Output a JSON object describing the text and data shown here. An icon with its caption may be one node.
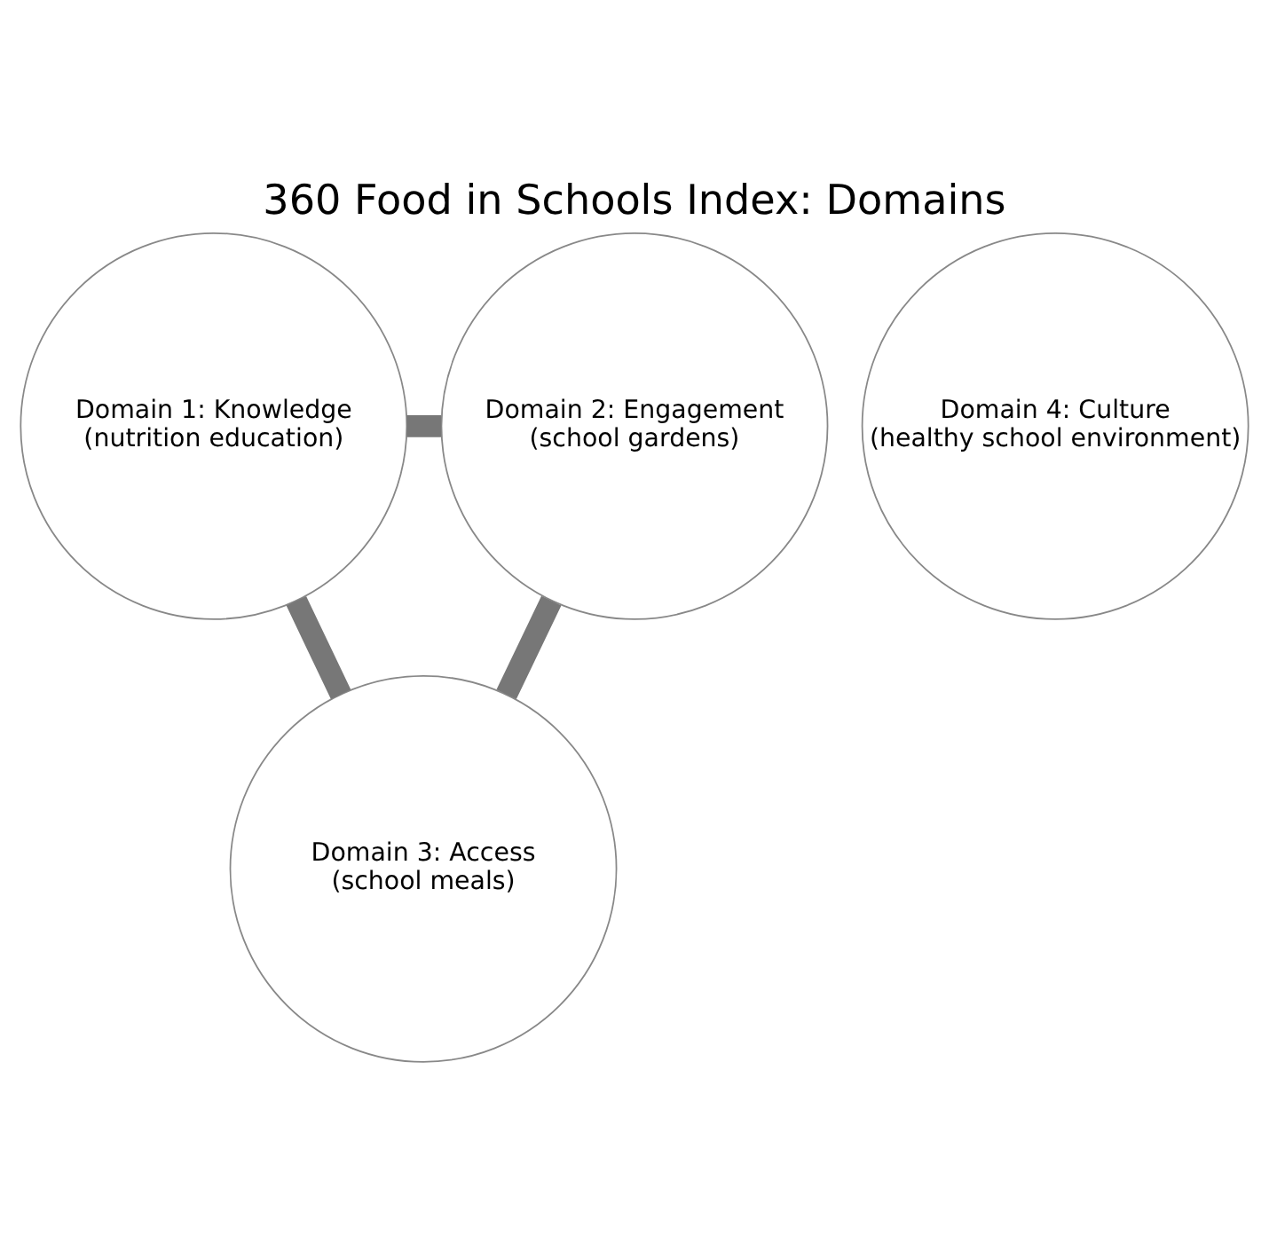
{
  "diagram": {
    "title": "360 Food in Schools Index: Domains",
    "nodes": [
      {
        "text": [
          "Domain 1: Knowledge",
          "(nutrition education)"
        ]
      },
      {
        "text": [
          "Domain 2: Engagement",
          "(school gardens)"
        ]
      },
      {
        "text": [
          "Domain 4: Culture",
          "(healthy school environment)"
        ]
      },
      {
        "text": [
          "Domain 3: Access",
          "(school meals)"
        ]
      }
    ],
    "edges": [
      {
        "from": 0,
        "to": 1,
        "arrow": "none"
      },
      {
        "from": 0,
        "to": 3,
        "arrow": "none"
      },
      {
        "from": 1,
        "to": 3,
        "arrow": "none"
      }
    ]
  }
}
